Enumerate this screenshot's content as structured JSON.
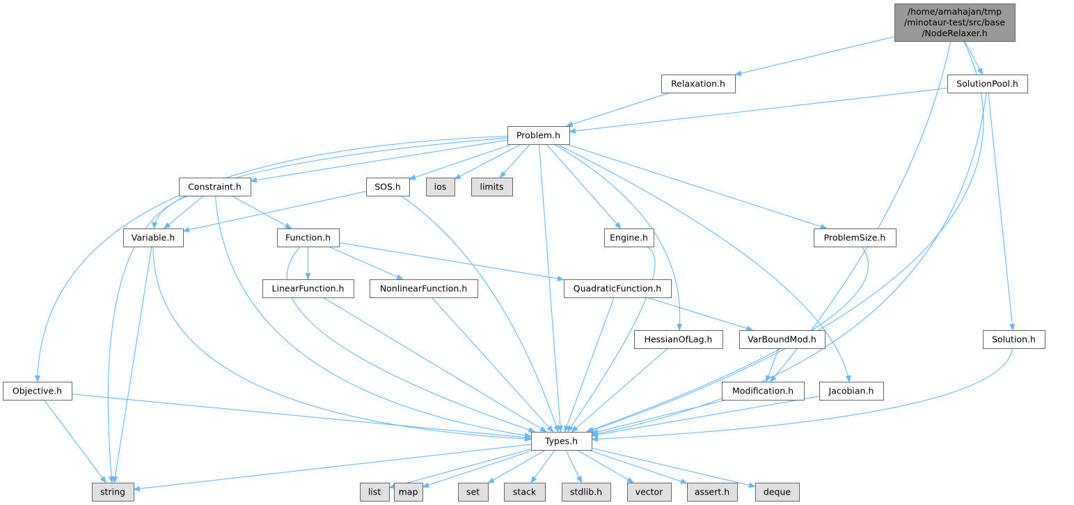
{
  "colors": {
    "edge": "#63b8ff",
    "root_fill": "#999999",
    "local_fill": "#ffffff",
    "system_fill": "#e0e0e0",
    "border": "#666666"
  },
  "nodes": [
    {
      "id": "root",
      "label": [
        "/home/amahajan/tmp",
        "/minotaur-test/src/base",
        "/NodeRelaxer.h"
      ],
      "kind": "root"
    },
    {
      "id": "relaxation",
      "label": [
        "Relaxation.h"
      ],
      "kind": "local"
    },
    {
      "id": "solutionpool",
      "label": [
        "SolutionPool.h"
      ],
      "kind": "local"
    },
    {
      "id": "problem",
      "label": [
        "Problem.h"
      ],
      "kind": "local"
    },
    {
      "id": "constraint",
      "label": [
        "Constraint.h"
      ],
      "kind": "local"
    },
    {
      "id": "sos",
      "label": [
        "SOS.h"
      ],
      "kind": "local"
    },
    {
      "id": "ios",
      "label": [
        "ios"
      ],
      "kind": "system"
    },
    {
      "id": "limits",
      "label": [
        "limits"
      ],
      "kind": "system"
    },
    {
      "id": "variable",
      "label": [
        "Variable.h"
      ],
      "kind": "local"
    },
    {
      "id": "function",
      "label": [
        "Function.h"
      ],
      "kind": "local"
    },
    {
      "id": "engine",
      "label": [
        "Engine.h"
      ],
      "kind": "local"
    },
    {
      "id": "problemsize",
      "label": [
        "ProblemSize.h"
      ],
      "kind": "local"
    },
    {
      "id": "linearfunction",
      "label": [
        "LinearFunction.h"
      ],
      "kind": "local"
    },
    {
      "id": "nonlinearfunction",
      "label": [
        "NonlinearFunction.h"
      ],
      "kind": "local"
    },
    {
      "id": "quadraticfunction",
      "label": [
        "QuadraticFunction.h"
      ],
      "kind": "local"
    },
    {
      "id": "hessianoflag",
      "label": [
        "HessianOfLag.h"
      ],
      "kind": "local"
    },
    {
      "id": "varboundmod",
      "label": [
        "VarBoundMod.h"
      ],
      "kind": "local"
    },
    {
      "id": "solution",
      "label": [
        "Solution.h"
      ],
      "kind": "local"
    },
    {
      "id": "objective",
      "label": [
        "Objective.h"
      ],
      "kind": "local"
    },
    {
      "id": "modification",
      "label": [
        "Modification.h"
      ],
      "kind": "local"
    },
    {
      "id": "jacobian",
      "label": [
        "Jacobian.h"
      ],
      "kind": "local"
    },
    {
      "id": "types",
      "label": [
        "Types.h"
      ],
      "kind": "local"
    },
    {
      "id": "string",
      "label": [
        "string"
      ],
      "kind": "system"
    },
    {
      "id": "list",
      "label": [
        "list"
      ],
      "kind": "system"
    },
    {
      "id": "map",
      "label": [
        "map"
      ],
      "kind": "system"
    },
    {
      "id": "set",
      "label": [
        "set"
      ],
      "kind": "system"
    },
    {
      "id": "stack",
      "label": [
        "stack"
      ],
      "kind": "system"
    },
    {
      "id": "stdlib",
      "label": [
        "stdlib.h"
      ],
      "kind": "system"
    },
    {
      "id": "vector",
      "label": [
        "vector"
      ],
      "kind": "system"
    },
    {
      "id": "assert",
      "label": [
        "assert.h"
      ],
      "kind": "system"
    },
    {
      "id": "deque",
      "label": [
        "deque"
      ],
      "kind": "system"
    }
  ],
  "edges": [
    [
      "root",
      "relaxation"
    ],
    [
      "root",
      "solutionpool"
    ],
    [
      "root",
      "modification"
    ],
    [
      "root",
      "types"
    ],
    [
      "relaxation",
      "problem"
    ],
    [
      "solutionpool",
      "problem"
    ],
    [
      "solutionpool",
      "types"
    ],
    [
      "solutionpool",
      "solution"
    ],
    [
      "problem",
      "objective"
    ],
    [
      "problem",
      "variable"
    ],
    [
      "problem",
      "constraint"
    ],
    [
      "problem",
      "sos"
    ],
    [
      "problem",
      "ios"
    ],
    [
      "problem",
      "limits"
    ],
    [
      "problem",
      "types"
    ],
    [
      "problem",
      "engine"
    ],
    [
      "problem",
      "hessianoflag"
    ],
    [
      "problem",
      "jacobian"
    ],
    [
      "problem",
      "problemsize"
    ],
    [
      "constraint",
      "string"
    ],
    [
      "constraint",
      "variable"
    ],
    [
      "constraint",
      "function"
    ],
    [
      "constraint",
      "types"
    ],
    [
      "sos",
      "variable"
    ],
    [
      "sos",
      "types"
    ],
    [
      "variable",
      "string"
    ],
    [
      "variable",
      "types"
    ],
    [
      "function",
      "linearfunction"
    ],
    [
      "function",
      "nonlinearfunction"
    ],
    [
      "function",
      "quadraticfunction"
    ],
    [
      "function",
      "types"
    ],
    [
      "linearfunction",
      "types"
    ],
    [
      "nonlinearfunction",
      "types"
    ],
    [
      "quadraticfunction",
      "types"
    ],
    [
      "quadraticfunction",
      "varboundmod"
    ],
    [
      "engine",
      "types"
    ],
    [
      "problemsize",
      "types"
    ],
    [
      "hessianoflag",
      "types"
    ],
    [
      "varboundmod",
      "modification"
    ],
    [
      "modification",
      "types"
    ],
    [
      "jacobian",
      "types"
    ],
    [
      "solution",
      "types"
    ],
    [
      "objective",
      "types"
    ],
    [
      "objective",
      "string"
    ],
    [
      "types",
      "string"
    ],
    [
      "types",
      "list"
    ],
    [
      "types",
      "map"
    ],
    [
      "types",
      "set"
    ],
    [
      "types",
      "stack"
    ],
    [
      "types",
      "stdlib"
    ],
    [
      "types",
      "vector"
    ],
    [
      "types",
      "assert"
    ],
    [
      "types",
      "deque"
    ]
  ]
}
